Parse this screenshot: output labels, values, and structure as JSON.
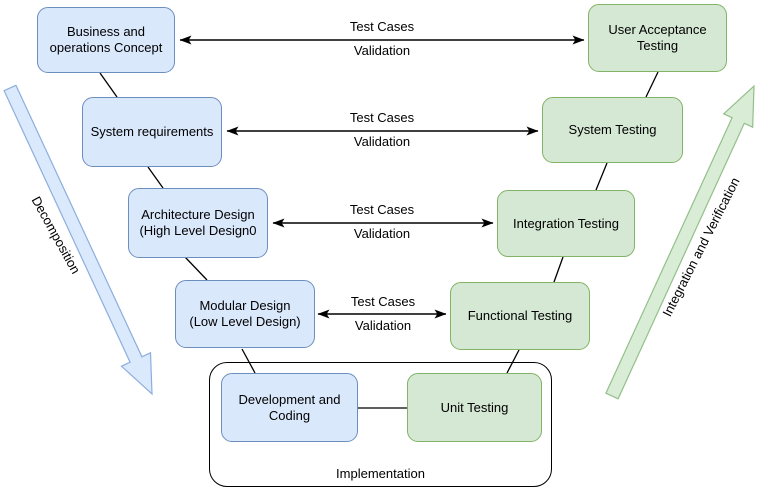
{
  "nodes": {
    "business": {
      "label": "Business and\noperations Concept"
    },
    "system_requirements": {
      "label": "System requirements"
    },
    "architecture": {
      "label": "Architecture Design\n(High Level Design0"
    },
    "modular": {
      "label": "Modular Design\n(Low Level Design)"
    },
    "user_acceptance": {
      "label": "User Acceptance\nTesting"
    },
    "system_testing": {
      "label": "System Testing"
    },
    "integration_testing": {
      "label": "Integration Testing"
    },
    "functional_testing": {
      "label": "Functional Testing"
    },
    "development": {
      "label": "Development and\nCoding"
    },
    "unit_testing": {
      "label": "Unit Testing"
    }
  },
  "arrows": [
    {
      "test_cases": "Test Cases",
      "validation": "Validation"
    },
    {
      "test_cases": "Test Cases",
      "validation": "Validation"
    },
    {
      "test_cases": "Test Cases",
      "validation": "Validation"
    },
    {
      "test_cases": "Test Cases",
      "validation": "Validation"
    }
  ],
  "labels": {
    "decomposition": "Decomposition",
    "integration_verification": "Integration and Verification",
    "implementation": "Implementation"
  },
  "colors": {
    "blue_fill": "#dae8fc",
    "blue_border": "#6c8ebf",
    "green_fill": "#d5e8d4",
    "green_border": "#82b366",
    "arrow_blue_fill": "#dbe9fc",
    "arrow_blue_border": "#8caedd",
    "arrow_green_fill": "#d9ecd6",
    "arrow_green_border": "#94bf8a",
    "line": "#000000"
  }
}
